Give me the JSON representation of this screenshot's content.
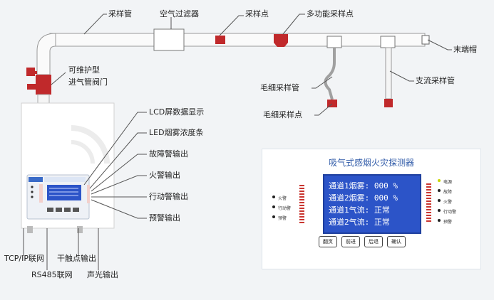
{
  "diagram": {
    "pipe_labels": {
      "sampling_pipe": "采样管",
      "air_filter": "空气过滤器",
      "sampling_point": "采样点",
      "multi_function_point": "多功能采样点",
      "end_cap": "末端帽",
      "capillary_pipe": "毛细采样管",
      "capillary_point": "毛细采样点",
      "branch_pipe": "支流采样管",
      "inlet_valve": [
        "可维护型",
        "进气管阀门"
      ]
    },
    "detector_callouts": [
      "LCD屏数据显示",
      "LED烟雾浓度条",
      "故障警输出",
      "火警输出",
      "行动警输出",
      "预警输出"
    ],
    "bottom_labels": {
      "tcpip": "TCP/IP联网",
      "dry_contact": "干触点输出",
      "rs485": "RS485联网",
      "sound_light": "声光输出"
    }
  },
  "panel": {
    "title": "吸气式感烟火灾探测器",
    "lcd_lines": [
      "通道1烟雾: 000 %",
      "通道2烟雾: 000 %",
      "通道1气流: 正常",
      "通道2气流: 正常"
    ],
    "buttons": [
      "翻页",
      "前进",
      "后退",
      "确认"
    ],
    "left_indicators": [
      "火警",
      "行动警",
      "预警"
    ],
    "right_indicators": [
      "电源",
      "故障",
      "火警",
      "行动警",
      "预警"
    ],
    "colors": {
      "power_led": "#c8d400",
      "lcd_bg": "#2c54c8",
      "title": "#2f5aa8",
      "pipe_red": "#c0292b"
    }
  }
}
